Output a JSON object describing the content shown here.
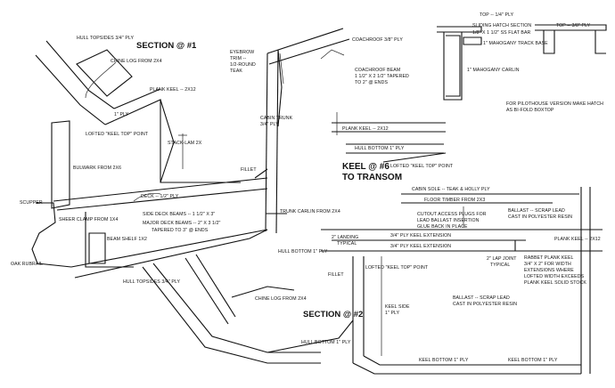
{
  "titles": {
    "section1": "SECTION @ #1",
    "section2": "SECTION @ #2",
    "keel6_line1": "KEEL @ #6",
    "keel6_line2": "TO TRANSOM"
  },
  "labels": {
    "hull_topsides_top": "HULL TOPSIDES 3/4\" PLY",
    "chine_log_top": "CHINE LOG FROM 2X4",
    "plank_keel_left": "PLANK KEEL -- 2X12",
    "one_ply": "1\" PLY",
    "lofted_keel_top_left": "LOFTED \"KEEL TOP\" POINT",
    "stack_lam": "STACK-LAM 2X",
    "bulwark": "BULWARK FROM 2X6",
    "scupper": "SCUPPER",
    "deck": "DECK -- 1/2\" PLY",
    "sheer_clamp": "SHEER CLAMP FROM 1X4",
    "side_deck_beams": "SIDE DECK BEAMS -- 1 1/2\" X 3\"",
    "major_deck_beams_1": "MAJOR DECK BEAMS -- 2\" X 3 1/2\"",
    "major_deck_beams_2": "TAPERED TO 3\" @ ENDS",
    "beam_shelf": "BEAM SHELF 1X2",
    "oak_rubrail": "OAK RUBRAIL",
    "hull_topsides_bottom": "HULL TOPSIDES 3/4\" PLY",
    "eyebrow_1": "EYEBROW",
    "eyebrow_2": "TRIM --",
    "eyebrow_3": "1/2-ROUND",
    "eyebrow_4": "TEAK",
    "coachroof": "COACHROOF 3/8\" PLY",
    "coachroof_beam_1": "COACHROOF BEAM",
    "coachroof_beam_2": "1 1/2\" X 2 1/2\" TAPERED",
    "coachroof_beam_3": "TO 2\" @ ENDS",
    "cabin_trunk_1": "CABIN TRUNK",
    "cabin_trunk_2": "3/4\" PLY",
    "fillet_upper": "FILLET",
    "trunk_carlin": "TRUNK CARLIN FROM 2X4",
    "top_quarter": "TOP -- 1/4\" PLY",
    "sliding_hatch": "SLIDING HATCH SECTION",
    "ss_flat_bar": "1/8\" X 1 1/2\" SS FLAT BAR",
    "track_base": "1\" MAHOGANY TRACK BASE",
    "carlin": "1\" MAHOGANY CARLIN",
    "top_three_eighths": "TOP -- 3/8\" PLY",
    "pilothouse_1": "FOR PILOTHOUSE VERSION MAKE HATCH",
    "pilothouse_2": "AS BI-FOLD BOXTOP",
    "plank_keel_mid": "PLANK KEEL -- 2X12",
    "hull_bottom_mid": "HULL BOTTOM 1\" PLY",
    "lofted_keel_top_mid": "LOFTED \"KEEL TOP\" POINT",
    "cabin_sole": "CABIN SOLE -- TEAK & HOLLY PLY",
    "floor_timber": "FLOOR TIMBER FROM 2X3",
    "cutout_1": "CUTOUT ACCESS PLUGS FOR",
    "cutout_2": "LEAD BALLAST INSERTION",
    "cutout_3": "GLUE BACK IN PLACE",
    "ballast_scrap_1": "BALLAST -- SCRAP LEAD",
    "ballast_scrap_2": "CAST IN POLYESTER RESIN",
    "keel_ext_top": "3/4\" PLY KEEL EXTENSION",
    "keel_ext_bottom": "3/4\" PLY KEEL EXTENSION",
    "landing_1": "2\" LANDING",
    "landing_2": "TYPICAL",
    "plank_keel_right": "PLANK KEEL -- 2X12",
    "hull_bottom_right": "HULL BOTTOM 1\" PLY",
    "lofted_keel_top_right": "LOFTED \"KEEL TOP\" POINT",
    "fillet_lower": "FILLET",
    "lap_joint_1": "2\" LAP JOINT",
    "lap_joint_2": "TYPICAL",
    "rabbet_1": "RABBET PLANK KEEL",
    "rabbet_2": "3/4\" X 2\" FOR WIDTH",
    "rabbet_3": "EXTENSIONS WHERE",
    "rabbet_4": "LOFTED WIDTH EXCEEDS",
    "rabbet_5": "PLANK KEEL SOLID STOCK",
    "keel_side_1": "KEEL SIDE",
    "keel_side_2": "1\" PLY",
    "ballast_lower_1": "BALLAST -- SCRAP LEAD",
    "ballast_lower_2": "CAST IN POLYESTER RESIN",
    "chine_log_bottom": "CHINE LOG FROM 2X4",
    "hull_bottom_lower": "HULL BOTTOM 1\" PLY",
    "keel_bottom_left": "KEEL BOTTOM 1\" PLY",
    "keel_bottom_right": "KEEL BOTTOM 1\" PLY"
  }
}
